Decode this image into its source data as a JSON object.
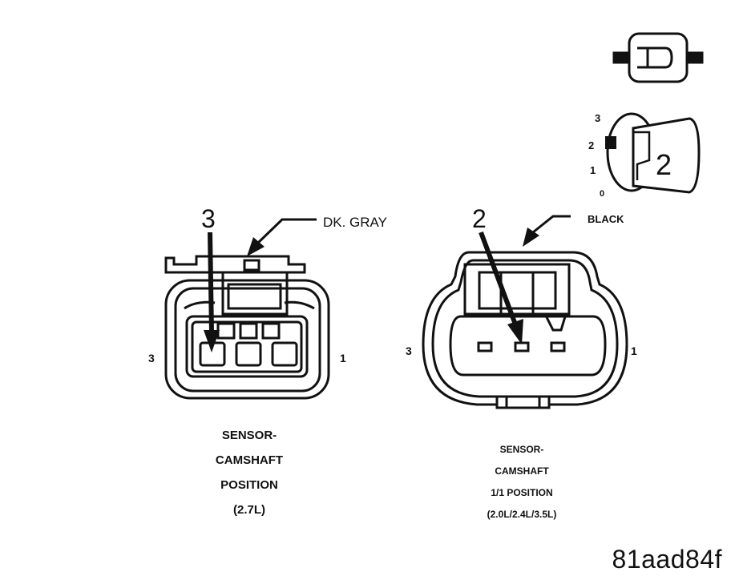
{
  "key_indicator": {
    "dial_marks": [
      "3",
      "2",
      "1",
      "0"
    ],
    "key_number": "2"
  },
  "connector_27l": {
    "callout_number": "3",
    "color_label": "DK. GRAY",
    "left_pin_label": "3",
    "right_pin_label": "1",
    "caption_lines": [
      "SENSOR-",
      "CAMSHAFT",
      "POSITION",
      "(2.7L)"
    ]
  },
  "connector_multi": {
    "callout_number": "2",
    "color_label": "BLACK",
    "left_pin_label": "3",
    "right_pin_label": "1",
    "caption_lines": [
      "SENSOR-",
      "CAMSHAFT",
      "1/1 POSITION",
      "(2.0L/2.4L/3.5L)"
    ]
  },
  "figure_id": "81aad84f"
}
